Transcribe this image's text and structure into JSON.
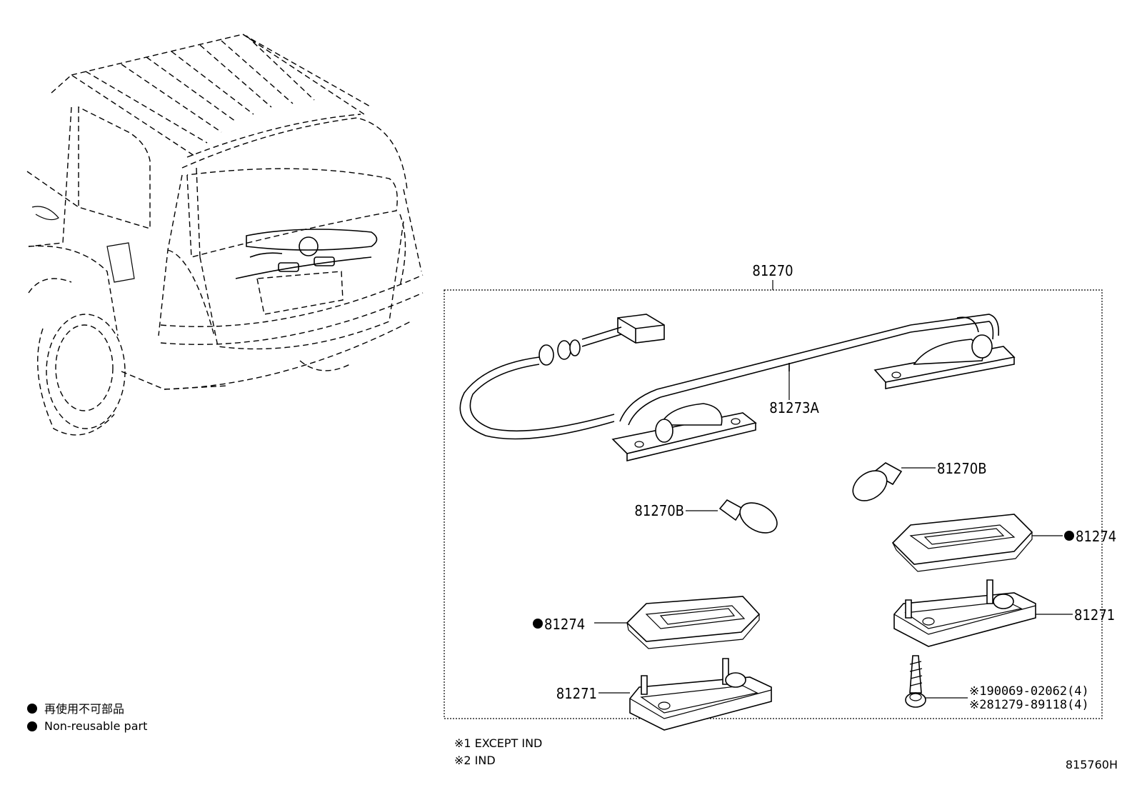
{
  "diagram": {
    "assembly_label": "81270",
    "harness_label": "81273A",
    "bulb_label_right": "81270B",
    "bulb_label_left": "81270B",
    "lens_label_right": "81274",
    "lens_label_left": "81274",
    "housing_label_right": "81271",
    "housing_label_left": "81271",
    "screw_label_1": "※190069-02062(4)",
    "screw_label_2": "※281279-89118(4)"
  },
  "legend": {
    "jp": "再使用不可部品",
    "en": "Non-reusable part"
  },
  "footnotes": {
    "note1": "※1 EXCEPT IND",
    "note2": "※2 IND"
  },
  "figure_id": "815760H"
}
